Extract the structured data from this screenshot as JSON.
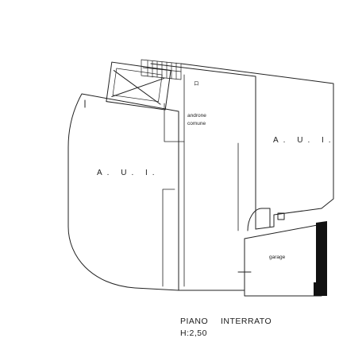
{
  "plan": {
    "rooms": {
      "aui_left": "A. U. I.",
      "aui_right": "A. U. I.",
      "androne_line1": "androne",
      "androne_line2": "comune",
      "garage": "garage",
      "stair_mark": "ロ"
    },
    "title": {
      "word1": "PIANO",
      "word2": "INTERRATO",
      "height": "H:2,50"
    }
  },
  "colors": {
    "line": "#222222",
    "fill": "#111111",
    "background": "#ffffff"
  }
}
